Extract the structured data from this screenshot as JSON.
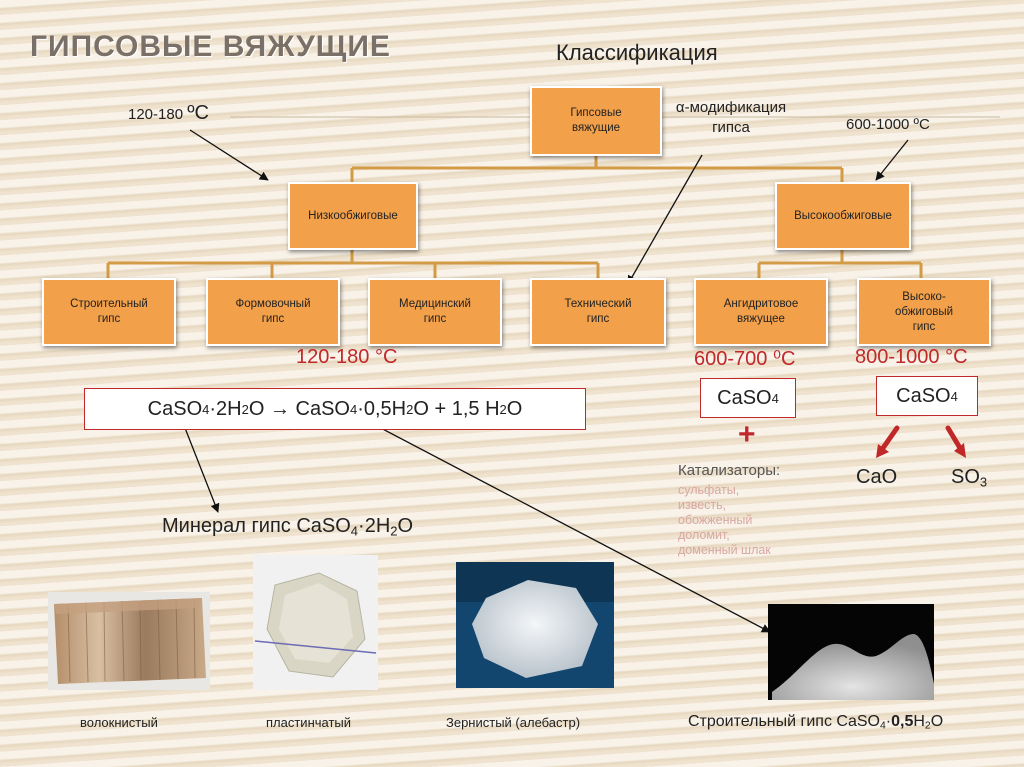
{
  "slide": {
    "title": "ГИПСОВЫЕ ВЯЖУЩИЕ",
    "subtitle": "Классификация"
  },
  "tree": {
    "root": "Гипсовые вяжущие",
    "low": "Низкообжиговые",
    "high": "Высокообжиговые",
    "leaves": [
      "Строительный гипс",
      "Формовочный гипс",
      "Медицинский гипс",
      "Технический гипс",
      "Ангидритовое вяжущее",
      "Высоко-обжиговый гипс"
    ]
  },
  "annotations": {
    "low_temp_top": "120-180 ",
    "low_temp_top_unit": "ºC",
    "high_temp_top": "600-1000 ºC",
    "alpha_line1": "α-модификация",
    "alpha_line2": "гипса",
    "temp_low": "120-180 °C",
    "temp_anhydrite": "600-700 ⁰C",
    "temp_high": "800-1000 °C"
  },
  "formulas": {
    "reaction": "CaSO4·2H2O → CaSO4·0,5H2O + 1,5 H2O",
    "caso4": "CaSO4",
    "cao": "CaO",
    "so3": "SO3",
    "plus": "+",
    "mineral": "Минерал гипс CaSO4·2H2O"
  },
  "catalysts": {
    "heading": "Катализаторы:",
    "items": [
      "сульфаты,",
      "известь,",
      "обожженный",
      "доломит,",
      "доменный шлак"
    ]
  },
  "photos": [
    {
      "caption": "волокнистый"
    },
    {
      "caption": "пластинчатый"
    },
    {
      "caption": "Зернистый (алебастр)"
    },
    {
      "caption": "Строительный гипс CaSO4·0,5H2O"
    }
  ],
  "colors": {
    "box_fill": "#f2a04a",
    "line": "#d39b45",
    "accent_red": "#c0282a"
  }
}
